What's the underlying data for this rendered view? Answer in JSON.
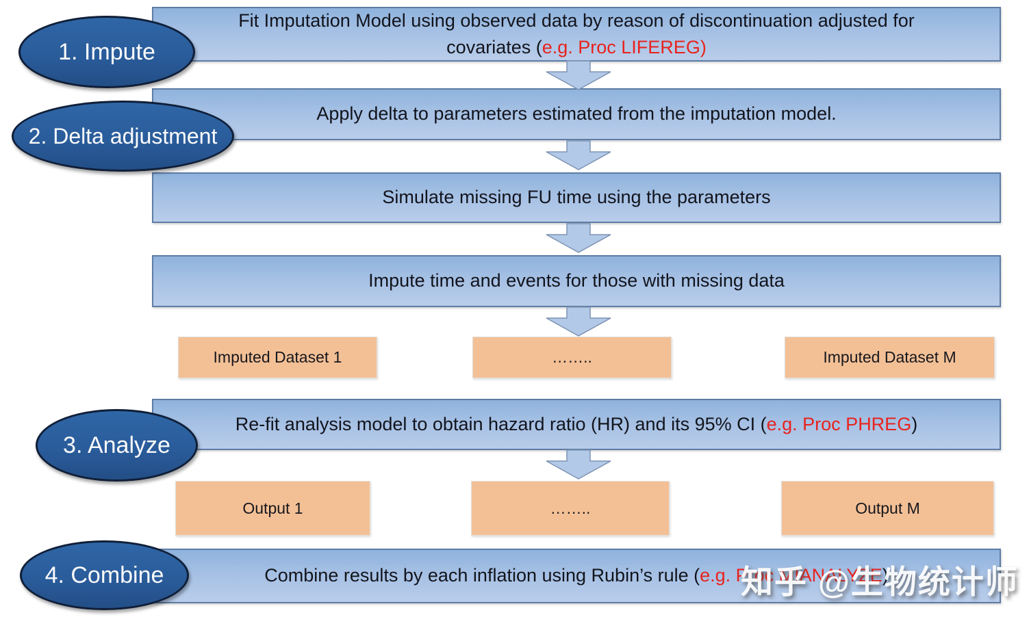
{
  "ellipses": [
    {
      "label": "1. Impute"
    },
    {
      "label": "2. Delta adjustment"
    },
    {
      "label": "3. Analyze"
    },
    {
      "label": "4. Combine"
    }
  ],
  "process_boxes": [
    {
      "pre": "Fit Imputation Model using observed data by reason of discontinuation adjusted for covariates  (",
      "red": "e.g. Proc LIFEREG)",
      "post": ""
    },
    {
      "pre": "Apply delta to parameters estimated from the imputation model.",
      "red": "",
      "post": ""
    },
    {
      "pre": "Simulate missing FU time using the parameters",
      "red": "",
      "post": ""
    },
    {
      "pre": "Impute time and events for those with missing data",
      "red": "",
      "post": ""
    },
    {
      "pre": "Re-fit analysis model to obtain hazard ratio (HR) and its 95% CI (",
      "red": "e.g. Proc PHREG",
      "post": ")"
    },
    {
      "pre": "Combine results by each inflation using Rubin’s rule (",
      "red": "e.g. Proc MIANALYZE",
      "post": ")"
    }
  ],
  "imputed_row": {
    "left": "Imputed Dataset 1",
    "middle": "……..",
    "right": "Imputed Dataset M"
  },
  "output_row": {
    "left": "Output 1",
    "middle": "……..",
    "right": "Output M"
  },
  "watermark": "知乎 @生物统计师",
  "colors": {
    "ellipse_fill": "#2a5d9b",
    "ellipse_border": "#101f38",
    "process_box_fill": "#a5c0e4",
    "process_box_border": "#5d7ca5",
    "dataset_box_fill": "#f3c096",
    "highlight_red": "#e8231d",
    "arrow_fill": "#b3c9e8",
    "text_dark": "#12141c",
    "watermark_color": "#ffffff"
  }
}
